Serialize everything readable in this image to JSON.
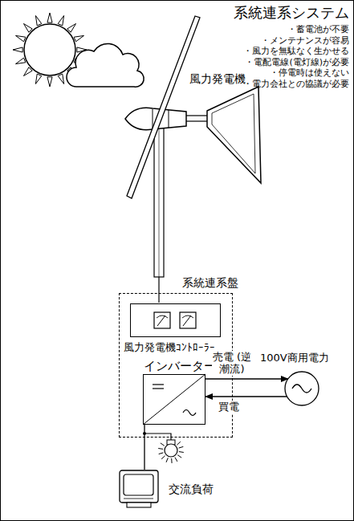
{
  "diagram": {
    "title": "系統連系システム",
    "nodes": [
      {
        "text": [
          "系統連系盤"
        ]
      },
      {
        "text": [
          "風力発電機ｺﾝﾄﾛｰﾗｰ"
        ],
        "in": 0
      },
      {
        "text": [
          "インバーター"
        ],
        "in": 0
      },
      {
        "text": [
          "100V商用電力"
        ]
      },
      {
        "text": [
          "交流負荷"
        ]
      }
    ],
    "edges": [
      {
        "from": 2,
        "to": 3,
        "label": "売電 (逆潮流)",
        "arrow": "to"
      },
      {
        "from": 3,
        "to": 2,
        "label": "買電",
        "arrow": "to"
      },
      {
        "from": 2,
        "to": 4,
        "arrow": "none"
      }
    ],
    "labels": [
      "・蓄電池が不要",
      "・メンテナンスが容易",
      "・風力を無駄なく生かせる",
      "・電配電線(電灯線)が必要",
      "・停電時は使えない",
      "・電力会社との協議が必要",
      "風力発電機"
    ]
  }
}
